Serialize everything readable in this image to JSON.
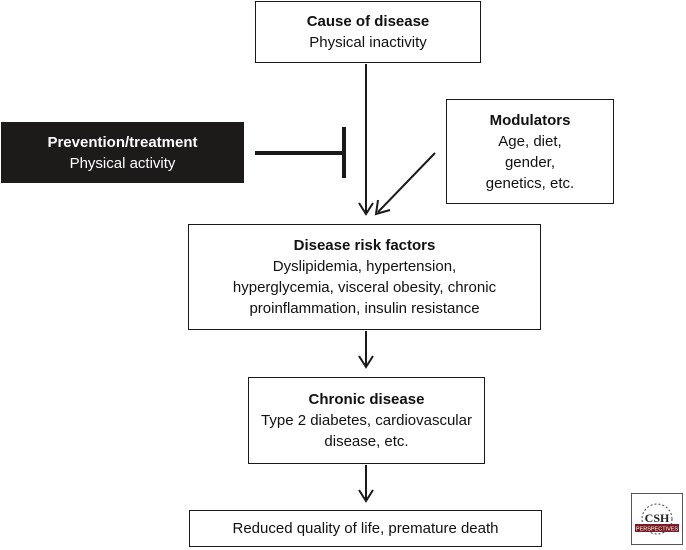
{
  "cause": {
    "title": "Cause of disease",
    "lines": [
      "Physical inactivity"
    ]
  },
  "prevention": {
    "title": "Prevention/treatment",
    "lines": [
      "Physical activity"
    ]
  },
  "modulators": {
    "title": "Modulators",
    "lines": [
      "Age, diet,",
      "gender,",
      "genetics, etc."
    ]
  },
  "risk_factors": {
    "title": "Disease risk factors",
    "lines": [
      "Dyslipidemia, hypertension,",
      "hyperglycemia, visceral obesity, chronic",
      "proinflammation, insulin resistance"
    ]
  },
  "chronic": {
    "title": "Chronic disease",
    "lines": [
      "Type 2 diabetes, cardiovascular",
      "disease, etc."
    ]
  },
  "outcome": {
    "lines": [
      "Reduced quality of life, premature death"
    ]
  },
  "logo": {
    "text_top": "CSH",
    "text_bottom": "PERSPECTIVES"
  },
  "colors": {
    "box_border": "#1a1a1a",
    "dark_fill": "#1d1a1a",
    "arrow": "#1a1a1a"
  }
}
